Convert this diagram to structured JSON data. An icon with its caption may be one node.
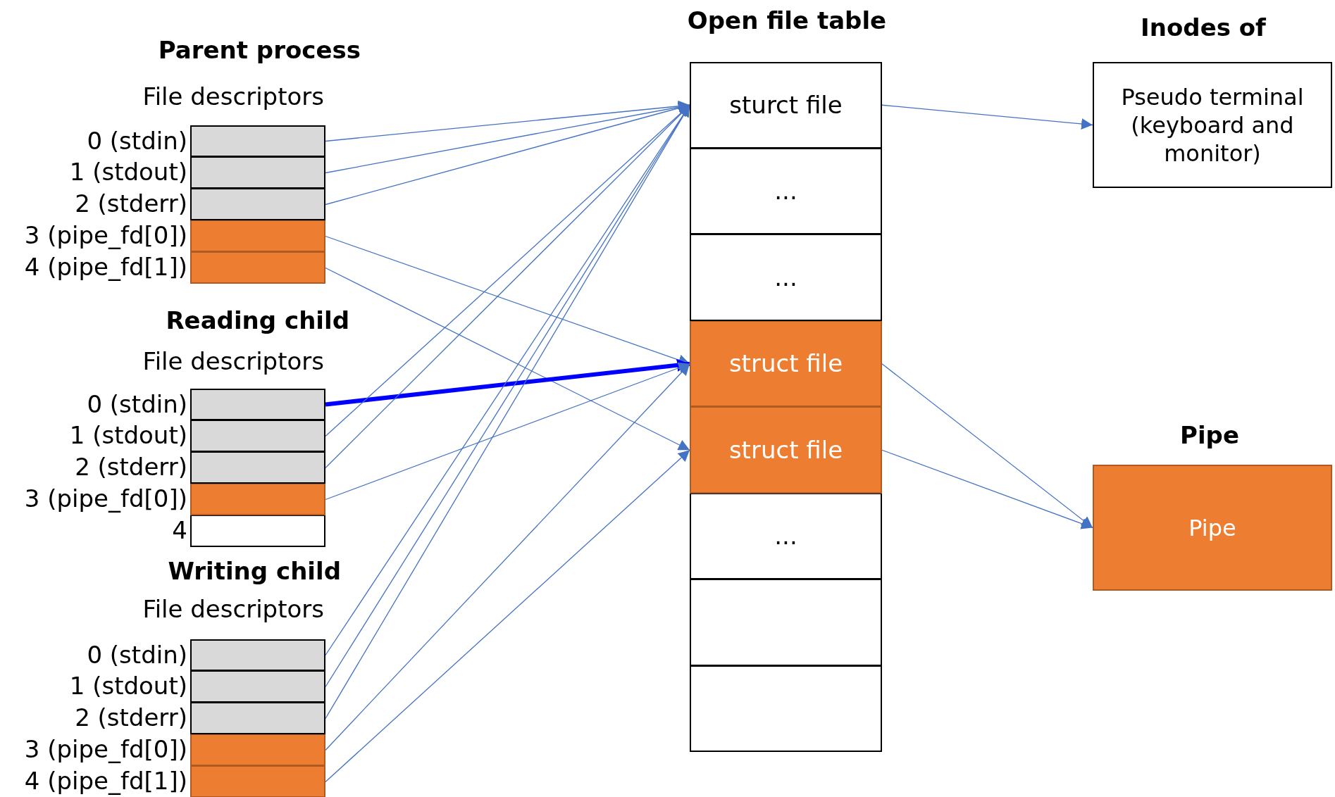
{
  "diagram": {
    "nodes": [
      {
        "text": [],
        "shape": "box",
        "beside": [
          "0 (stdin)"
        ]
      },
      {
        "text": [],
        "shape": "box",
        "beside": [
          "1 (stdout)"
        ]
      },
      {
        "text": [],
        "shape": "box",
        "beside": [
          "2 (stderr)"
        ]
      },
      {
        "text": [],
        "shape": "box",
        "beside": [
          "3 (pipe_fd[0])"
        ]
      },
      {
        "text": [],
        "shape": "box",
        "beside": [
          "4 (pipe_fd[1])"
        ]
      },
      {
        "text": [],
        "shape": "box",
        "beside": [
          "0 (stdin)"
        ]
      },
      {
        "text": [],
        "shape": "box",
        "beside": [
          "1 (stdout)"
        ]
      },
      {
        "text": [],
        "shape": "box",
        "beside": [
          "2 (stderr)"
        ]
      },
      {
        "text": [],
        "shape": "box",
        "beside": [
          "3 (pipe_fd[0])"
        ]
      },
      {
        "text": [],
        "shape": "box",
        "beside": [
          "4"
        ]
      },
      {
        "text": [],
        "shape": "box",
        "beside": [
          "0 (stdin)"
        ]
      },
      {
        "text": [],
        "shape": "box",
        "beside": [
          "1 (stdout)"
        ]
      },
      {
        "text": [],
        "shape": "box",
        "beside": [
          "2 (stderr)"
        ]
      },
      {
        "text": [],
        "shape": "box",
        "beside": [
          "3 (pipe_fd[0])"
        ]
      },
      {
        "text": [],
        "shape": "box",
        "beside": [
          "4 (pipe_fd[1])"
        ]
      },
      {
        "text": [
          "sturct file"
        ]
      },
      {
        "text": [
          "..."
        ]
      },
      {
        "text": [
          "..."
        ]
      },
      {
        "text": [
          "struct file"
        ]
      },
      {
        "text": [
          "struct file"
        ]
      },
      {
        "text": [
          "..."
        ]
      },
      {
        "text": [],
        "shape": "box"
      },
      {
        "text": [],
        "shape": "box"
      },
      {
        "text": [
          "Pseudo terminal (keyboard and monitor)"
        ]
      },
      {
        "text": [
          "Pipe"
        ]
      }
    ],
    "edges": [
      {
        "from": 0,
        "to": 15,
        "arrow": "to"
      },
      {
        "from": 1,
        "to": 15,
        "arrow": "to"
      },
      {
        "from": 2,
        "to": 15,
        "arrow": "to"
      },
      {
        "from": 3,
        "to": 18,
        "arrow": "to"
      },
      {
        "from": 4,
        "to": 19,
        "arrow": "to"
      },
      {
        "from": 5,
        "to": 18,
        "arrow": "to",
        "style": "thick",
        "color": "#0000ff"
      },
      {
        "from": 6,
        "to": 15,
        "arrow": "to"
      },
      {
        "from": 7,
        "to": 15,
        "arrow": "to"
      },
      {
        "from": 8,
        "to": 18,
        "arrow": "to"
      },
      {
        "from": 10,
        "to": 15,
        "arrow": "to"
      },
      {
        "from": 11,
        "to": 15,
        "arrow": "to"
      },
      {
        "from": 12,
        "to": 15,
        "arrow": "to"
      },
      {
        "from": 13,
        "to": 18,
        "arrow": "to"
      },
      {
        "from": 14,
        "to": 19,
        "arrow": "to"
      },
      {
        "from": 15,
        "to": 23,
        "arrow": "to"
      },
      {
        "from": 18,
        "to": 24,
        "arrow": "to"
      },
      {
        "from": 19,
        "to": 24,
        "arrow": "to"
      }
    ],
    "labels": [
      "Open file table",
      "Inodes of",
      "Parent process",
      "File descriptors",
      "Reading child",
      "File descriptors",
      "Pipe",
      "Writing child",
      "File descriptors"
    ]
  }
}
